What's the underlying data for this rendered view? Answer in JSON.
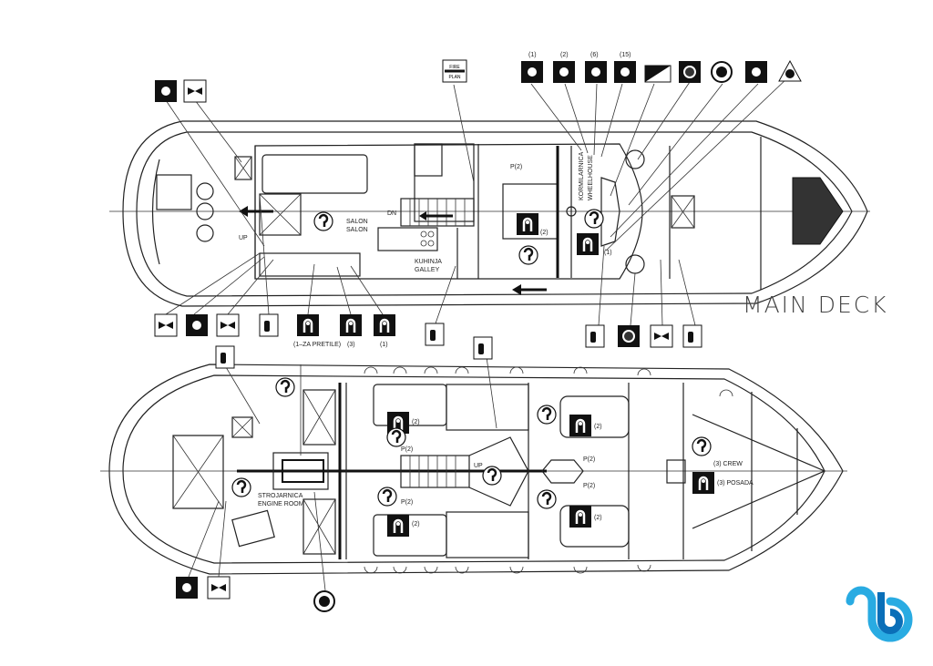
{
  "title": "MAIN DECK",
  "legend_top": {
    "counts": [
      "(1)",
      "(2)",
      "(6)",
      "(15)"
    ],
    "fire_plan": [
      "FIRE",
      "PLAN"
    ]
  },
  "main_deck": {
    "salon": [
      "SALON",
      "SALON"
    ],
    "galley": [
      "KUHINJA",
      "GALLEY"
    ],
    "wheelhouse": [
      "KORMILARNICA",
      "WHEELHOUSE"
    ],
    "cabin_label": "P(2)",
    "cabin_count": "(2)",
    "wheelhouse_count": "(1)",
    "dn": "DN",
    "up": "UP"
  },
  "main_deck_legend": {
    "pretile": "(1–ZA PRETILE)",
    "count_3": "(3)",
    "count_1": "(1)"
  },
  "lower_deck": {
    "engine_room": [
      "STROJARNICA",
      "ENGINE ROOM"
    ],
    "up": "UP",
    "cabin_label": "P(2)",
    "cabin_count": "(2)",
    "crew": "(3) CREW",
    "posada": "(3) POSADA"
  },
  "colors": {
    "logo_light": "#29abe2",
    "logo_dark": "#0a6fb8",
    "line": "#222222"
  }
}
